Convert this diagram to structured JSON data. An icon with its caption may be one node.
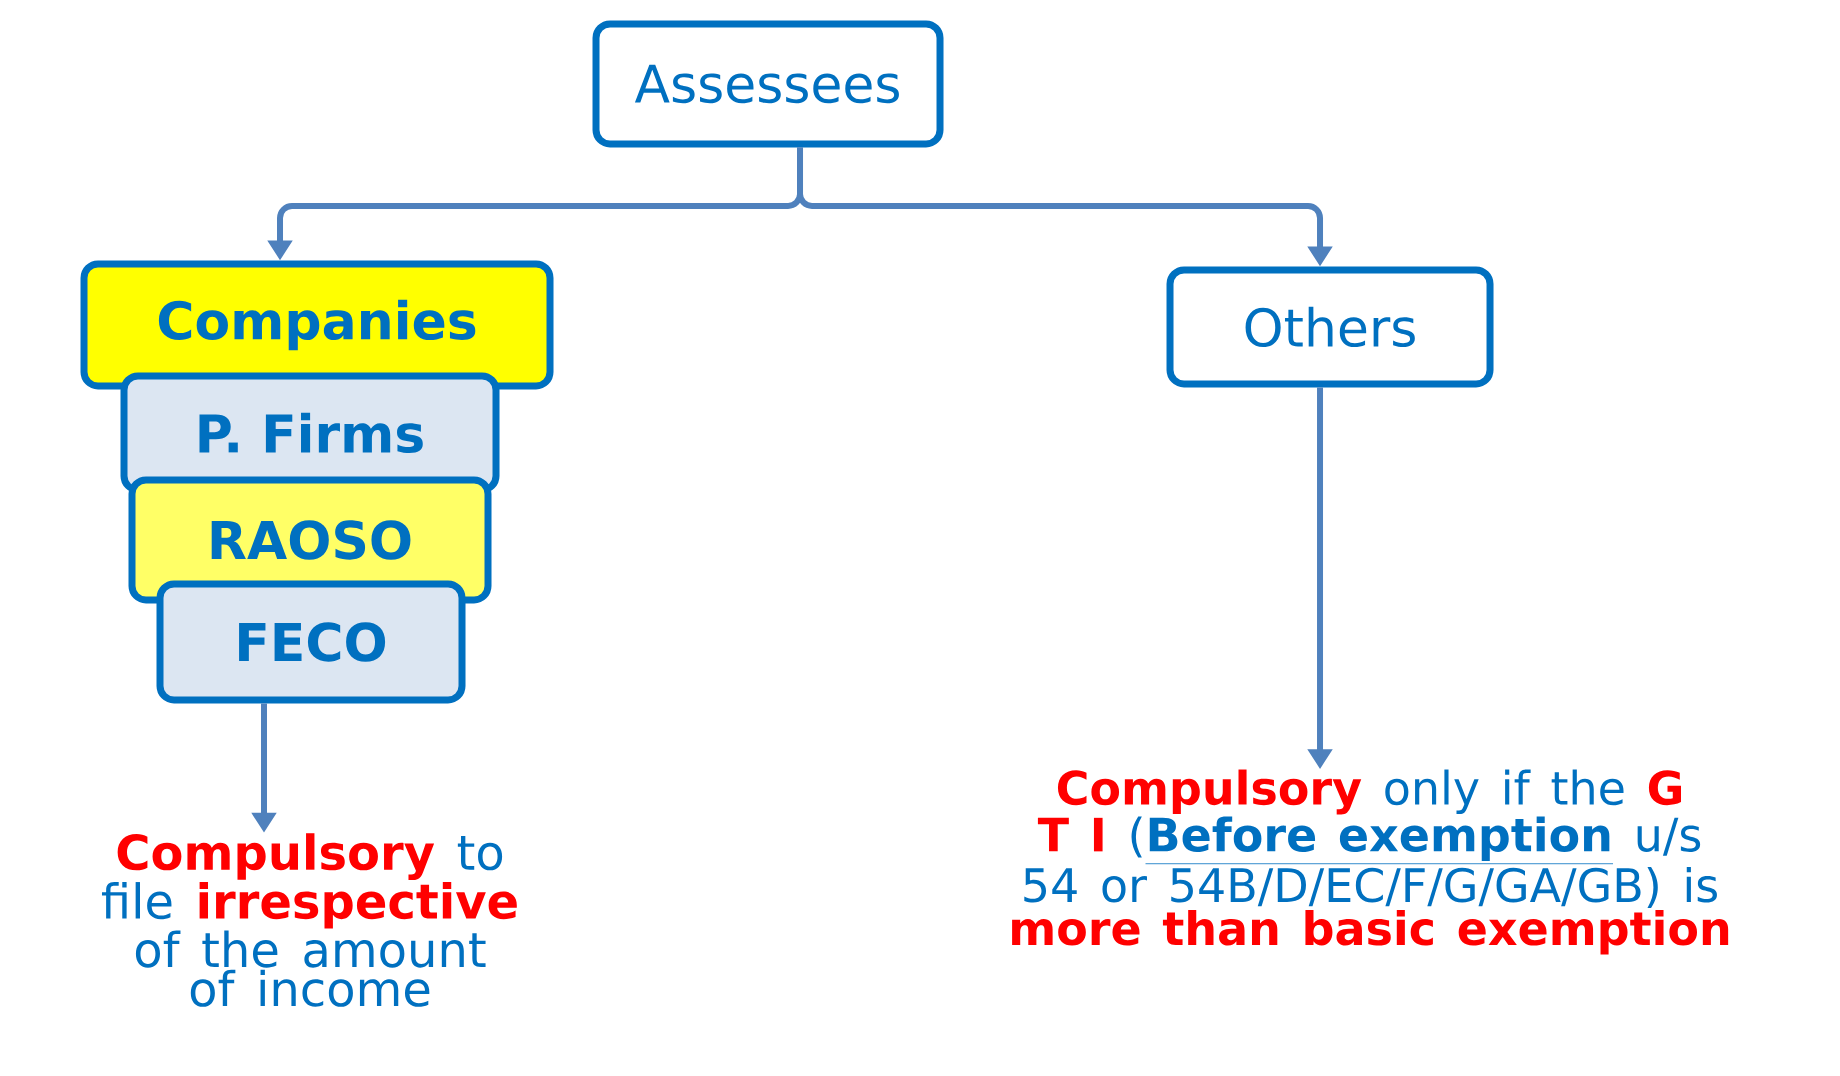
{
  "diagram": {
    "nodes": [
      {
        "text": [
          "Assessees"
        ]
      },
      {
        "text": [
          "Companies"
        ]
      },
      {
        "text": [
          "P. Firms"
        ]
      },
      {
        "text": [
          "RAOSO"
        ]
      },
      {
        "text": [
          "FECO"
        ]
      },
      {
        "text": [
          "Others"
        ]
      },
      {
        "text": [
          "**Compulsory** to file **irrespective** of the amount of income"
        ]
      },
      {
        "text": [
          "**Compulsory** only if the **G T I** (*Before exemption* u/s 54 or 54B/D/EC/F/G/GA/GB) is **more than basic exemption**"
        ]
      }
    ],
    "edges": [
      {
        "from": 0,
        "to": 1,
        "arrow": "to"
      },
      {
        "from": 0,
        "to": 5,
        "arrow": "to"
      },
      {
        "from": 4,
        "to": 6,
        "arrow": "to"
      },
      {
        "from": 5,
        "to": 7,
        "arrow": "to"
      }
    ]
  }
}
